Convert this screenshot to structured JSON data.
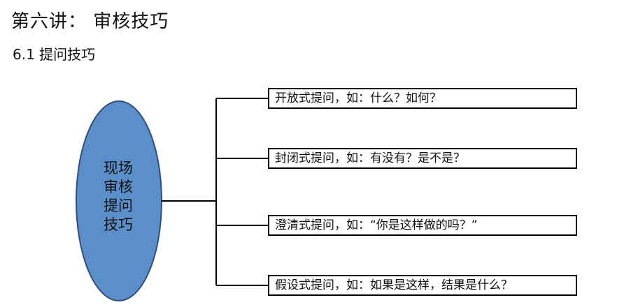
{
  "header": {
    "title": "第六讲： 审核技巧",
    "subtitle": "6.1 提问技巧"
  },
  "diagram": {
    "center": {
      "lines": [
        "现场",
        "审核",
        "提问",
        "技巧"
      ],
      "fill_color": "#5b8fc9",
      "stroke_color": "#2f4f7a"
    },
    "branches": [
      {
        "text": "开放式提问，如：什么？如何？"
      },
      {
        "text": "封闭式提问，如：有没有？是不是？"
      },
      {
        "text": "澄清式提问，如：“你是这样做的吗？”"
      },
      {
        "text": "假设式提问，如：如果是这样，结果是什么？"
      }
    ]
  }
}
